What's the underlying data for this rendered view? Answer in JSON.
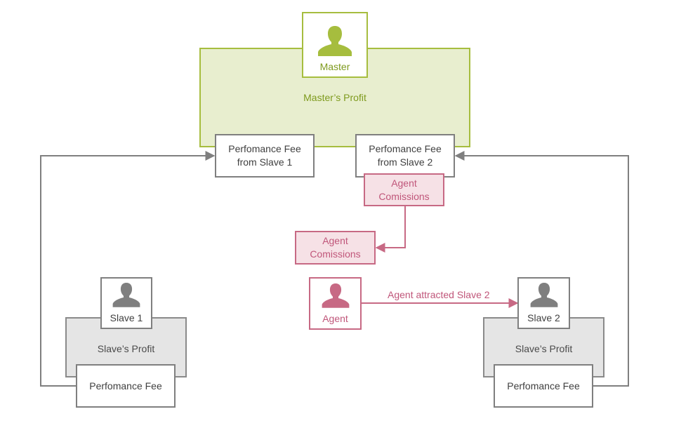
{
  "master": {
    "label": "Master",
    "profit": "Master’s Profit",
    "fee_slave1": "Perfomance Fee\nfrom Slave 1",
    "fee_slave2": "Perfomance Fee\nfrom Slave 2"
  },
  "agent": {
    "label": "Agent",
    "commission_upper": "Agent\nComissions",
    "commission_lower": "Agent\nComissions",
    "arrow_label": "Agent attracted Slave 2"
  },
  "slave1": {
    "label": "Slave 1",
    "profit": "Slave’s Profit",
    "fee": "Perfomance Fee"
  },
  "slave2": {
    "label": "Slave 2",
    "profit": "Slave’s Profit",
    "fee": "Perfomance Fee"
  },
  "colors": {
    "master": "#a6bd3e",
    "agent": "#c76984",
    "slave": "#7f7f7f"
  },
  "icons": {
    "master": "person-icon",
    "agent": "person-icon",
    "slave": "person-icon"
  }
}
